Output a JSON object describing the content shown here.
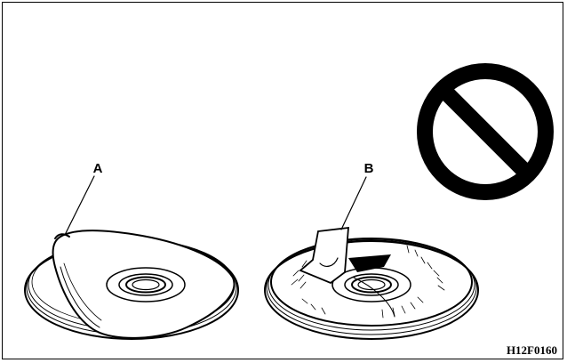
{
  "labels": {
    "a": "A",
    "b": "B"
  },
  "figure_code": "H12F0160",
  "icons": {
    "prohibition": "prohibition-icon"
  },
  "colors": {
    "ink": "#000000",
    "paper": "#ffffff"
  }
}
